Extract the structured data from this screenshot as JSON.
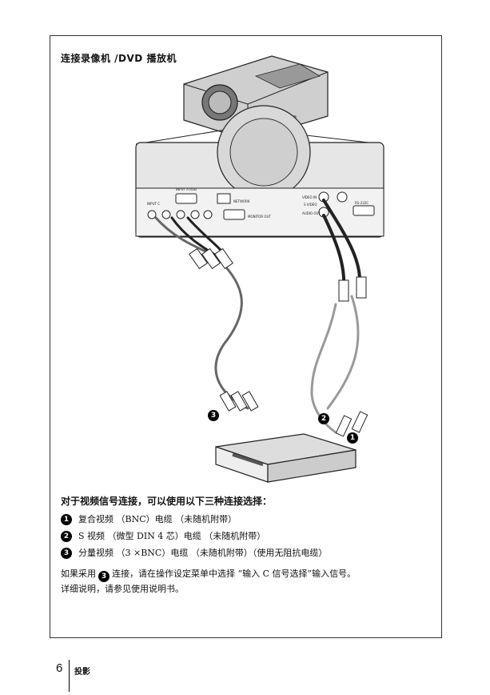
{
  "heading": "连接录像机 /DVD 播放机",
  "figure": {
    "panel_labels": {
      "input_a": "INPUT A RGB",
      "network": "NETWORK",
      "monitor_out": "MONITOR OUT",
      "input_c": "INPUT C",
      "video_in": "VIDEO IN",
      "s_video": "S VIDEO",
      "audio_out": "AUDIO OUT",
      "rs232c": "RS-232C"
    },
    "callouts": [
      "3",
      "2",
      "1"
    ]
  },
  "options_heading": "对于视频信号连接，可以使用以下三种连接选择：",
  "options": [
    {
      "marker": "1",
      "text": "复合视频 （BNC）电缆 （未随机附带）"
    },
    {
      "marker": "2",
      "text": "S 视频 （微型 DIN 4 芯）电缆 （未随机附带）"
    },
    {
      "marker": "3",
      "text": "分量视频 （3 ×BNC）电缆 （未随机附带）（使用无阻抗电缆）"
    }
  ],
  "note": {
    "before": "如果采用",
    "marker": "3",
    "after": "连接，请在操作设定菜单中选择 “输入 C 信号选择”输入信号。",
    "line2": "详细说明，请参见使用说明书。"
  },
  "footer": {
    "page_number": "6",
    "section": "投影"
  }
}
